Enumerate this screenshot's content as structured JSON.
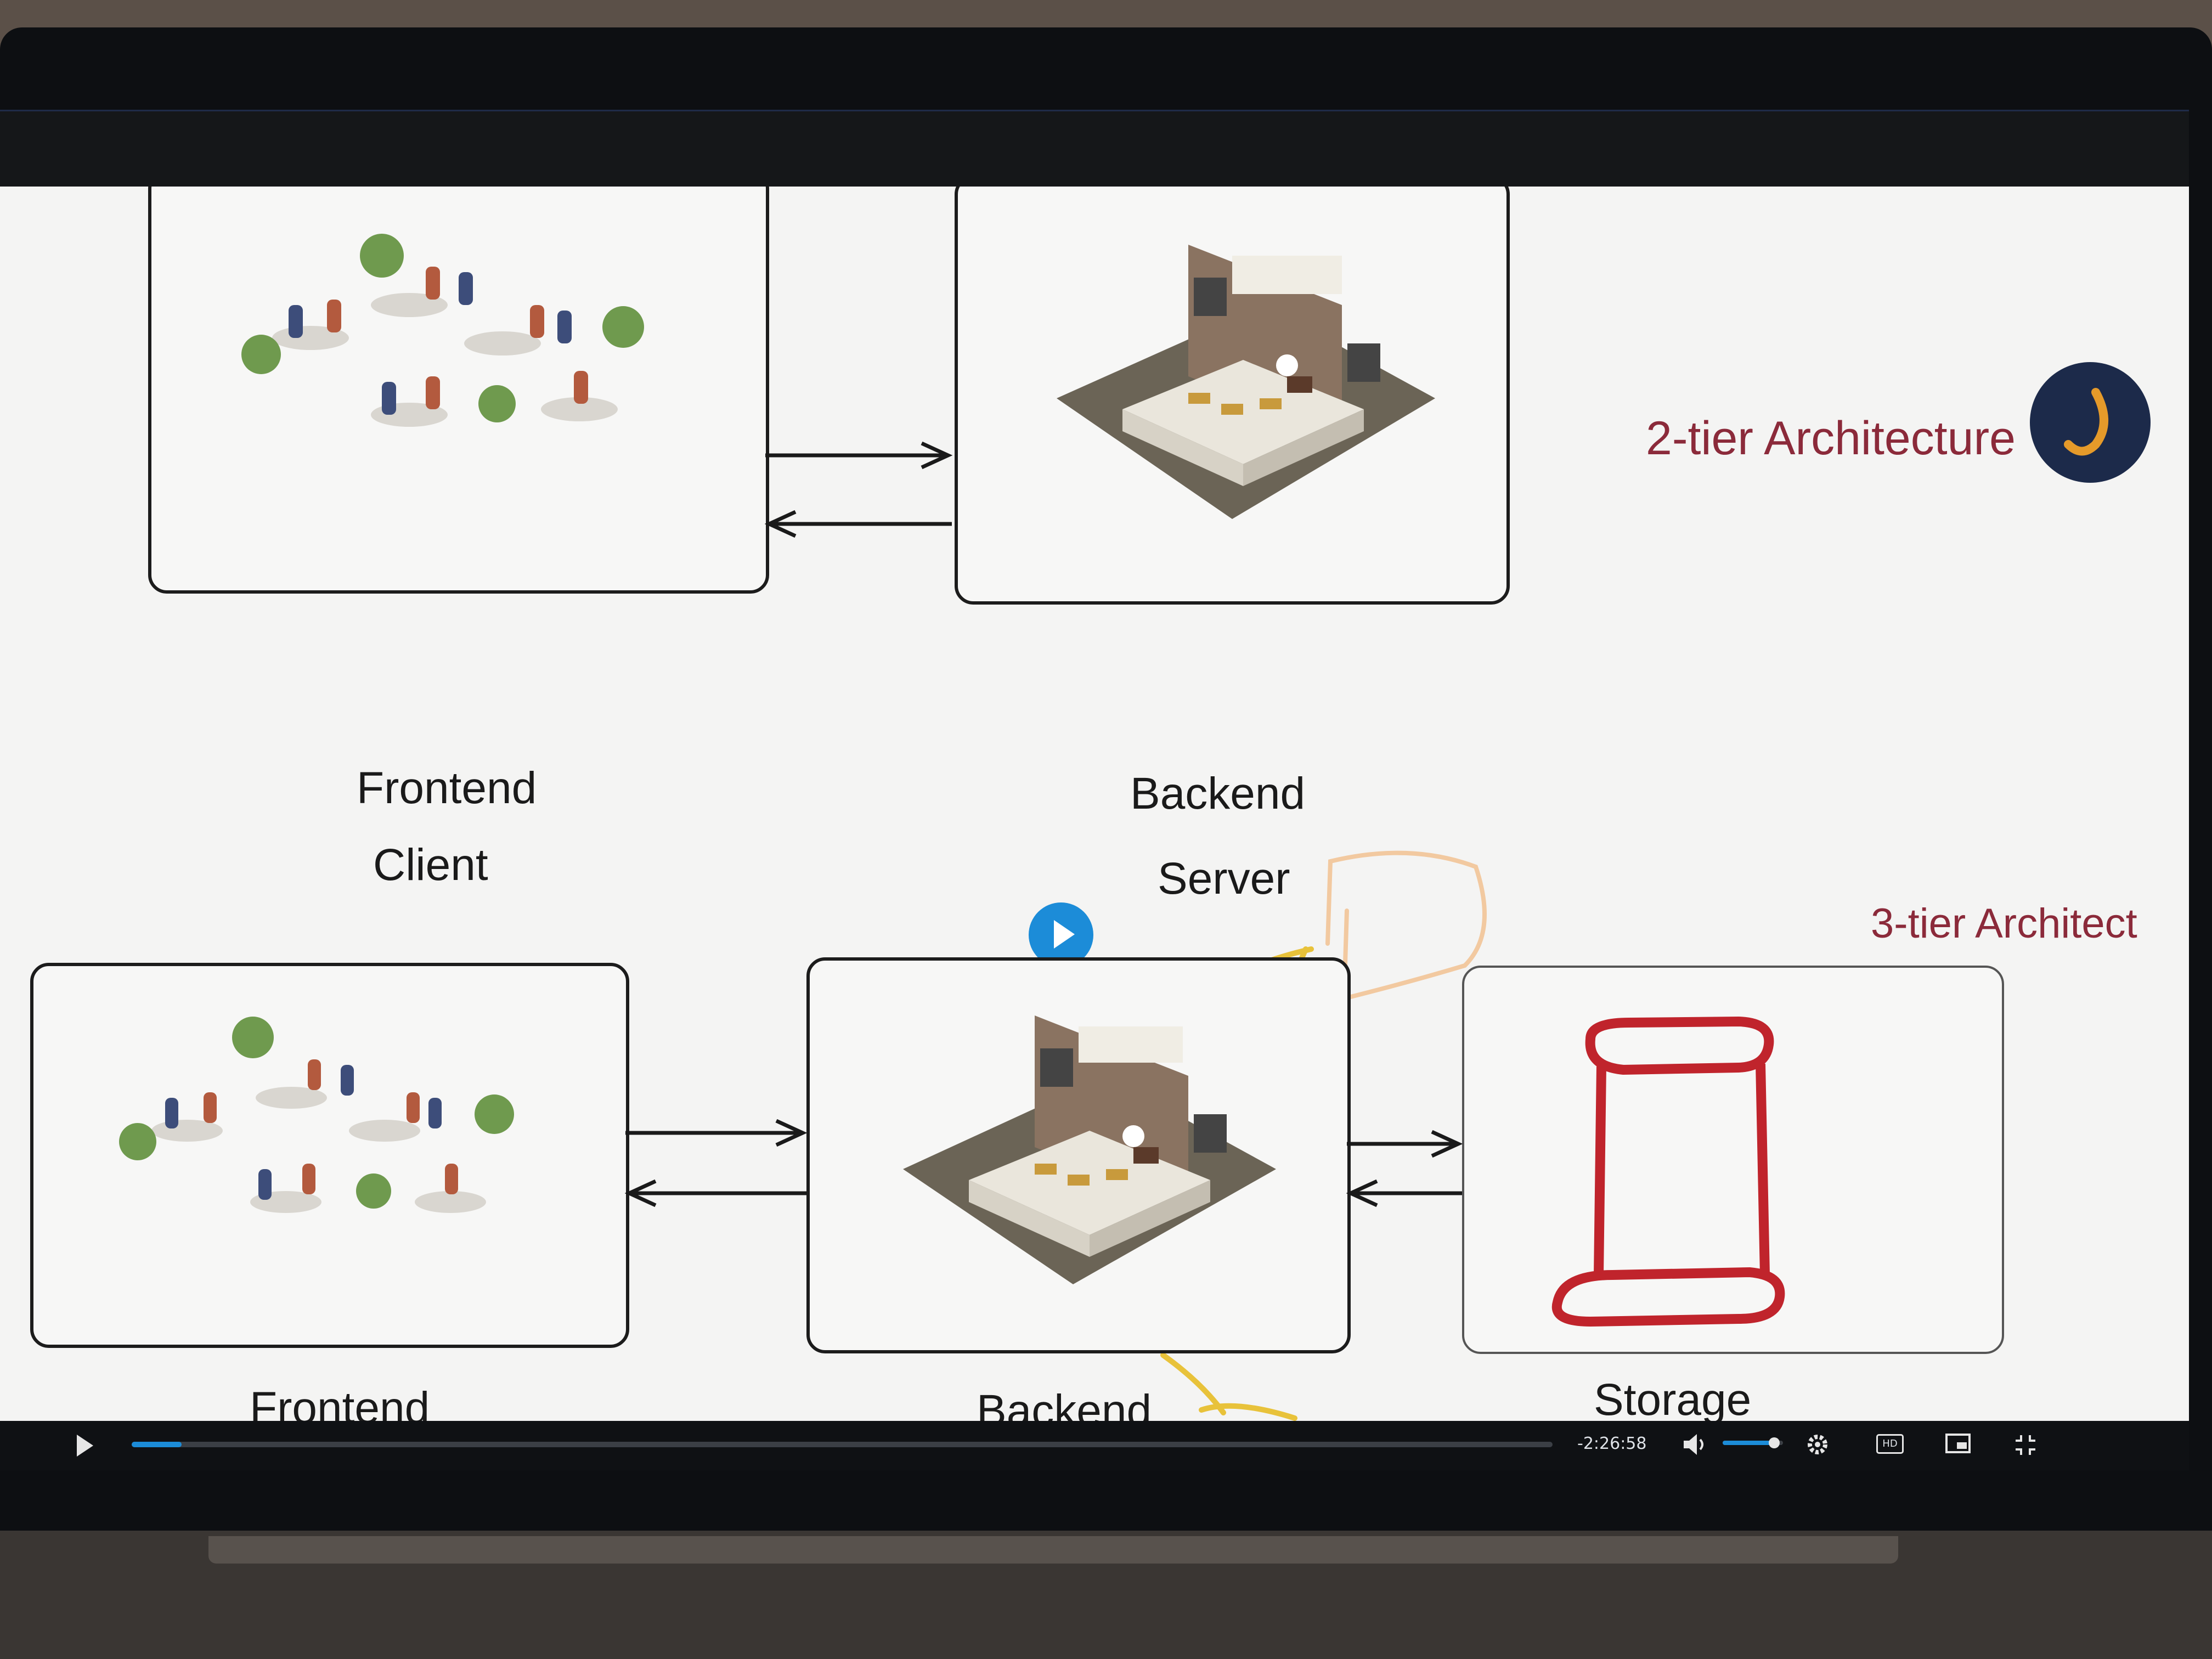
{
  "slide": {
    "two_tier": {
      "title": "2-tier Architecture",
      "frontend_line1": "Frontend",
      "frontend_line2": "Client",
      "backend_line1": "Backend",
      "backend_line2": "Server"
    },
    "three_tier": {
      "title": "3-tier Architect",
      "frontend_line1": "Frontend",
      "backend_line1": "Backend",
      "storage_label": "Storage"
    }
  },
  "player": {
    "time_remaining": "-2:26:58",
    "quality_badge": "HD",
    "progress": 0.035,
    "volume": 0.85
  },
  "colors": {
    "accent": "#1c8cd8",
    "tier_title": "#8b2a3a",
    "annotation_yellow": "#e8c23a",
    "annotation_peach": "#f2c9a0",
    "annotation_red": "#c0242c"
  },
  "icons": {
    "play": "play-icon",
    "volume": "speaker-icon",
    "settings": "gear-icon",
    "quality": "hd-badge",
    "pip": "picture-in-picture-icon",
    "fullscreen_exit": "exit-fullscreen-icon"
  }
}
